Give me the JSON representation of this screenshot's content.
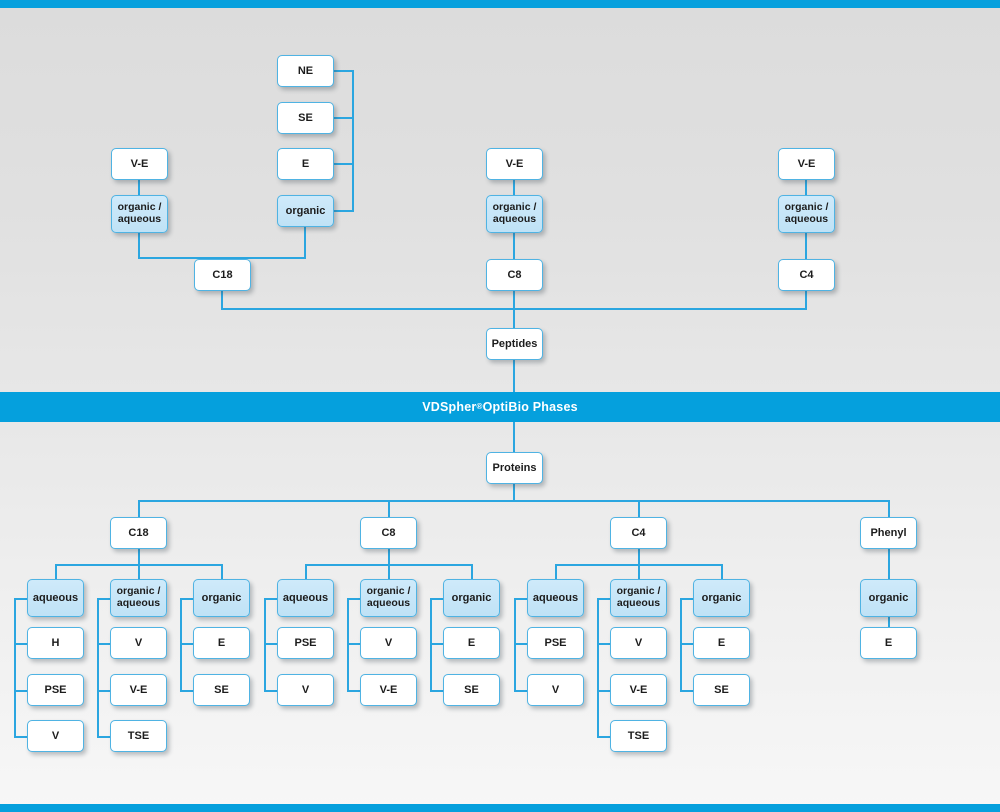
{
  "page": {
    "title": "VDSpher OptiBio Phases selection chart",
    "accent_color": "#05a0dd",
    "node_border_color": "#4fb3e3",
    "highlight_fill": "#c3e4f7",
    "connector_color": "#2ba6e0",
    "background": "gray vertical gradient"
  },
  "banner": {
    "brand": "VDSpher",
    "registered": "®",
    "rest": " OptiBio Phases"
  },
  "peptides": {
    "root_label": "Peptides",
    "columns": [
      {
        "id": "c18",
        "label": "C18",
        "modes": [
          {
            "id": "organic-aqueous",
            "label_line1": "organic /",
            "label_line2": "aqueous",
            "highlight": true,
            "parent": "V-E",
            "children": []
          },
          {
            "id": "organic",
            "label_line1": "organic",
            "label_line2": "",
            "highlight": true,
            "parent": "",
            "children": [
              "NE",
              "SE",
              "E"
            ]
          }
        ]
      },
      {
        "id": "c8",
        "label": "C8",
        "modes": [
          {
            "id": "organic-aqueous",
            "label_line1": "organic /",
            "label_line2": "aqueous",
            "highlight": true,
            "parent": "V-E",
            "children": []
          }
        ]
      },
      {
        "id": "c4",
        "label": "C4",
        "modes": [
          {
            "id": "organic-aqueous",
            "label_line1": "organic /",
            "label_line2": "aqueous",
            "highlight": true,
            "parent": "V-E",
            "children": []
          }
        ]
      }
    ]
  },
  "proteins": {
    "root_label": "Proteins",
    "columns": [
      {
        "id": "c18",
        "label": "C18",
        "groups": [
          {
            "id": "aqueous",
            "l1": "aqueous",
            "l2": "",
            "items": [
              "H",
              "PSE",
              "V"
            ]
          },
          {
            "id": "organic-aqueous",
            "l1": "organic /",
            "l2": "aqueous",
            "items": [
              "V",
              "V-E",
              "TSE"
            ]
          },
          {
            "id": "organic",
            "l1": "organic",
            "l2": "",
            "items": [
              "E",
              "SE"
            ]
          }
        ]
      },
      {
        "id": "c8",
        "label": "C8",
        "groups": [
          {
            "id": "aqueous",
            "l1": "aqueous",
            "l2": "",
            "items": [
              "PSE",
              "V"
            ]
          },
          {
            "id": "organic-aqueous",
            "l1": "organic /",
            "l2": "aqueous",
            "items": [
              "V",
              "V-E"
            ]
          },
          {
            "id": "organic",
            "l1": "organic",
            "l2": "",
            "items": [
              "E",
              "SE"
            ]
          }
        ]
      },
      {
        "id": "c4",
        "label": "C4",
        "groups": [
          {
            "id": "aqueous",
            "l1": "aqueous",
            "l2": "",
            "items": [
              "PSE",
              "V"
            ]
          },
          {
            "id": "organic-aqueous",
            "l1": "organic /",
            "l2": "aqueous",
            "items": [
              "V",
              "V-E",
              "TSE"
            ]
          },
          {
            "id": "organic",
            "l1": "organic",
            "l2": "",
            "items": [
              "E",
              "SE"
            ]
          }
        ]
      },
      {
        "id": "phenyl",
        "label": "Phenyl",
        "groups": [
          {
            "id": "organic",
            "l1": "organic",
            "l2": "",
            "items": [
              "E"
            ]
          }
        ]
      }
    ]
  },
  "top_left_stack": {
    "ve_label": "V-E",
    "items": [
      "NE",
      "SE",
      "E"
    ],
    "organic_label": "organic"
  }
}
